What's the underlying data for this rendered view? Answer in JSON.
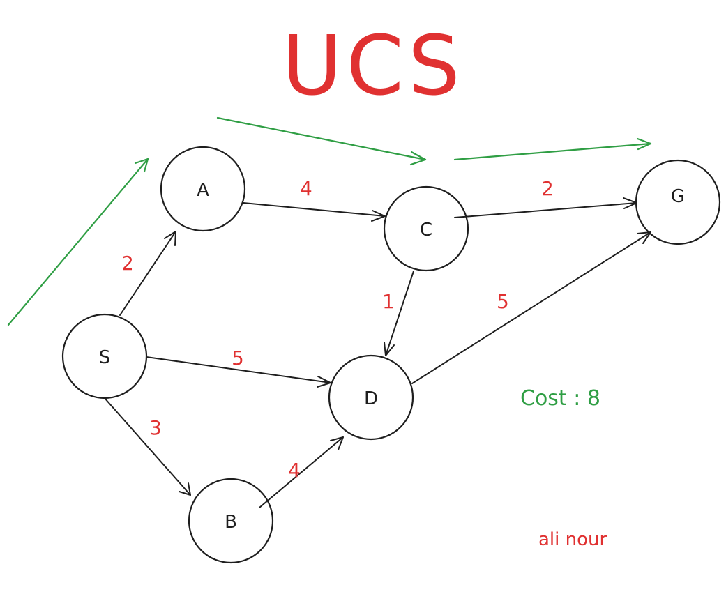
{
  "diagram": {
    "title": "UCS",
    "cost_label": "Cost : 8",
    "author": "ali nour",
    "colors": {
      "title": "#e03131",
      "weights": "#e03131",
      "path": "#2f9e44",
      "stroke": "#1e1e1e"
    },
    "nodes": [
      {
        "id": "S",
        "label": "S"
      },
      {
        "id": "A",
        "label": "A"
      },
      {
        "id": "B",
        "label": "B"
      },
      {
        "id": "C",
        "label": "C"
      },
      {
        "id": "D",
        "label": "D"
      },
      {
        "id": "G",
        "label": "G"
      }
    ],
    "edges": [
      {
        "from": "S",
        "to": "A",
        "weight": "2"
      },
      {
        "from": "S",
        "to": "D",
        "weight": "5"
      },
      {
        "from": "S",
        "to": "B",
        "weight": "3"
      },
      {
        "from": "A",
        "to": "C",
        "weight": "4"
      },
      {
        "from": "C",
        "to": "G",
        "weight": "2"
      },
      {
        "from": "C",
        "to": "D",
        "weight": "1"
      },
      {
        "from": "D",
        "to": "G",
        "weight": "5"
      },
      {
        "from": "B",
        "to": "D",
        "weight": "4"
      }
    ],
    "highlighted_path": [
      "S",
      "A",
      "C",
      "G"
    ]
  }
}
